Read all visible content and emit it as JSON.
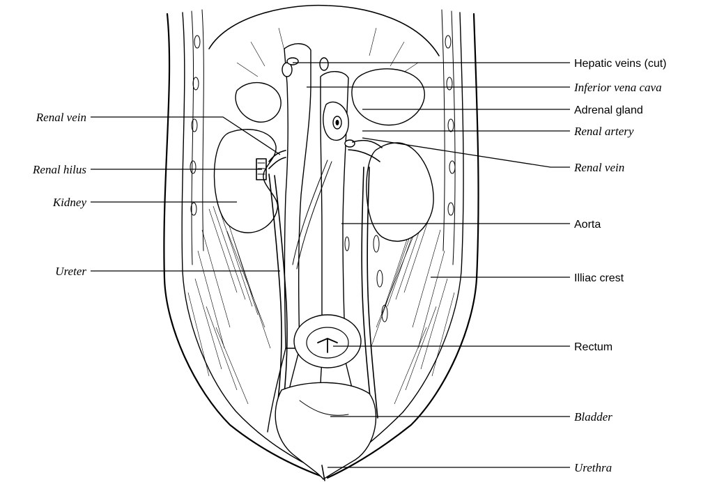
{
  "figure": {
    "labels_left": [
      {
        "id": "renal-vein-left",
        "text": "Renal vein",
        "style": "italic"
      },
      {
        "id": "renal-hilus",
        "text": "Renal hilus",
        "style": "italic"
      },
      {
        "id": "kidney",
        "text": "Kidney",
        "style": "italic"
      },
      {
        "id": "ureter",
        "text": "Ureter",
        "style": "italic"
      }
    ],
    "labels_right": [
      {
        "id": "hepatic-veins",
        "text": "Hepatic veins (cut)",
        "style": "regular"
      },
      {
        "id": "inferior-vena-cava",
        "text": "Inferior vena cava",
        "style": "italic"
      },
      {
        "id": "adrenal-gland",
        "text": "Adrenal gland",
        "style": "regular"
      },
      {
        "id": "renal-artery",
        "text": "Renal artery",
        "style": "italic"
      },
      {
        "id": "renal-vein-right",
        "text": "Renal vein",
        "style": "italic"
      },
      {
        "id": "aorta",
        "text": "Aorta",
        "style": "regular"
      },
      {
        "id": "illiac-crest",
        "text": "Illiac crest",
        "style": "regular"
      },
      {
        "id": "rectum",
        "text": "Rectum",
        "style": "regular"
      },
      {
        "id": "bladder",
        "text": "Bladder",
        "style": "italic"
      },
      {
        "id": "urethra",
        "text": "Urethra",
        "style": "italic"
      }
    ]
  }
}
